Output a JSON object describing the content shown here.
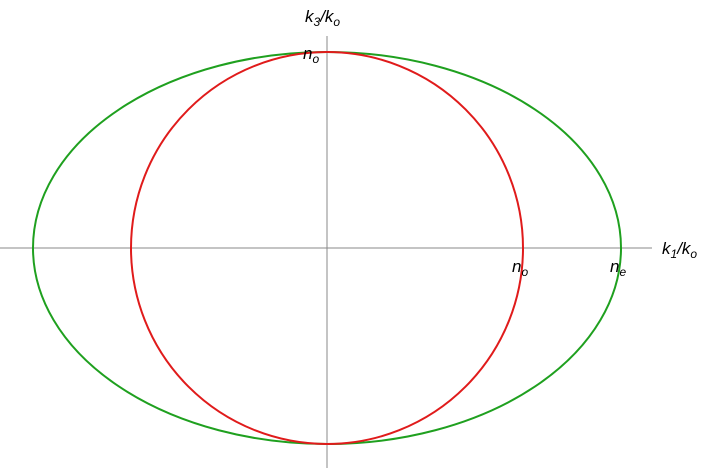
{
  "diagram": {
    "axes": {
      "x_label": {
        "main": "k",
        "sub1": "1",
        "slash": "/",
        "main2": "k",
        "sub2": "o"
      },
      "y_label": {
        "main": "k",
        "sub1": "3",
        "slash": "/",
        "main2": "k",
        "sub2": "o"
      }
    },
    "point_labels": {
      "no_top": {
        "main": "n",
        "sub": "o"
      },
      "no_right": {
        "main": "n",
        "sub": "o"
      },
      "ne_right": {
        "main": "n",
        "sub": "e"
      }
    },
    "curves": {
      "circle": {
        "color": "#e01b1b",
        "radius": 1.0
      },
      "ellipse": {
        "color": "#1fa01f",
        "semi_x": 1.5,
        "semi_y": 1.0
      }
    }
  }
}
